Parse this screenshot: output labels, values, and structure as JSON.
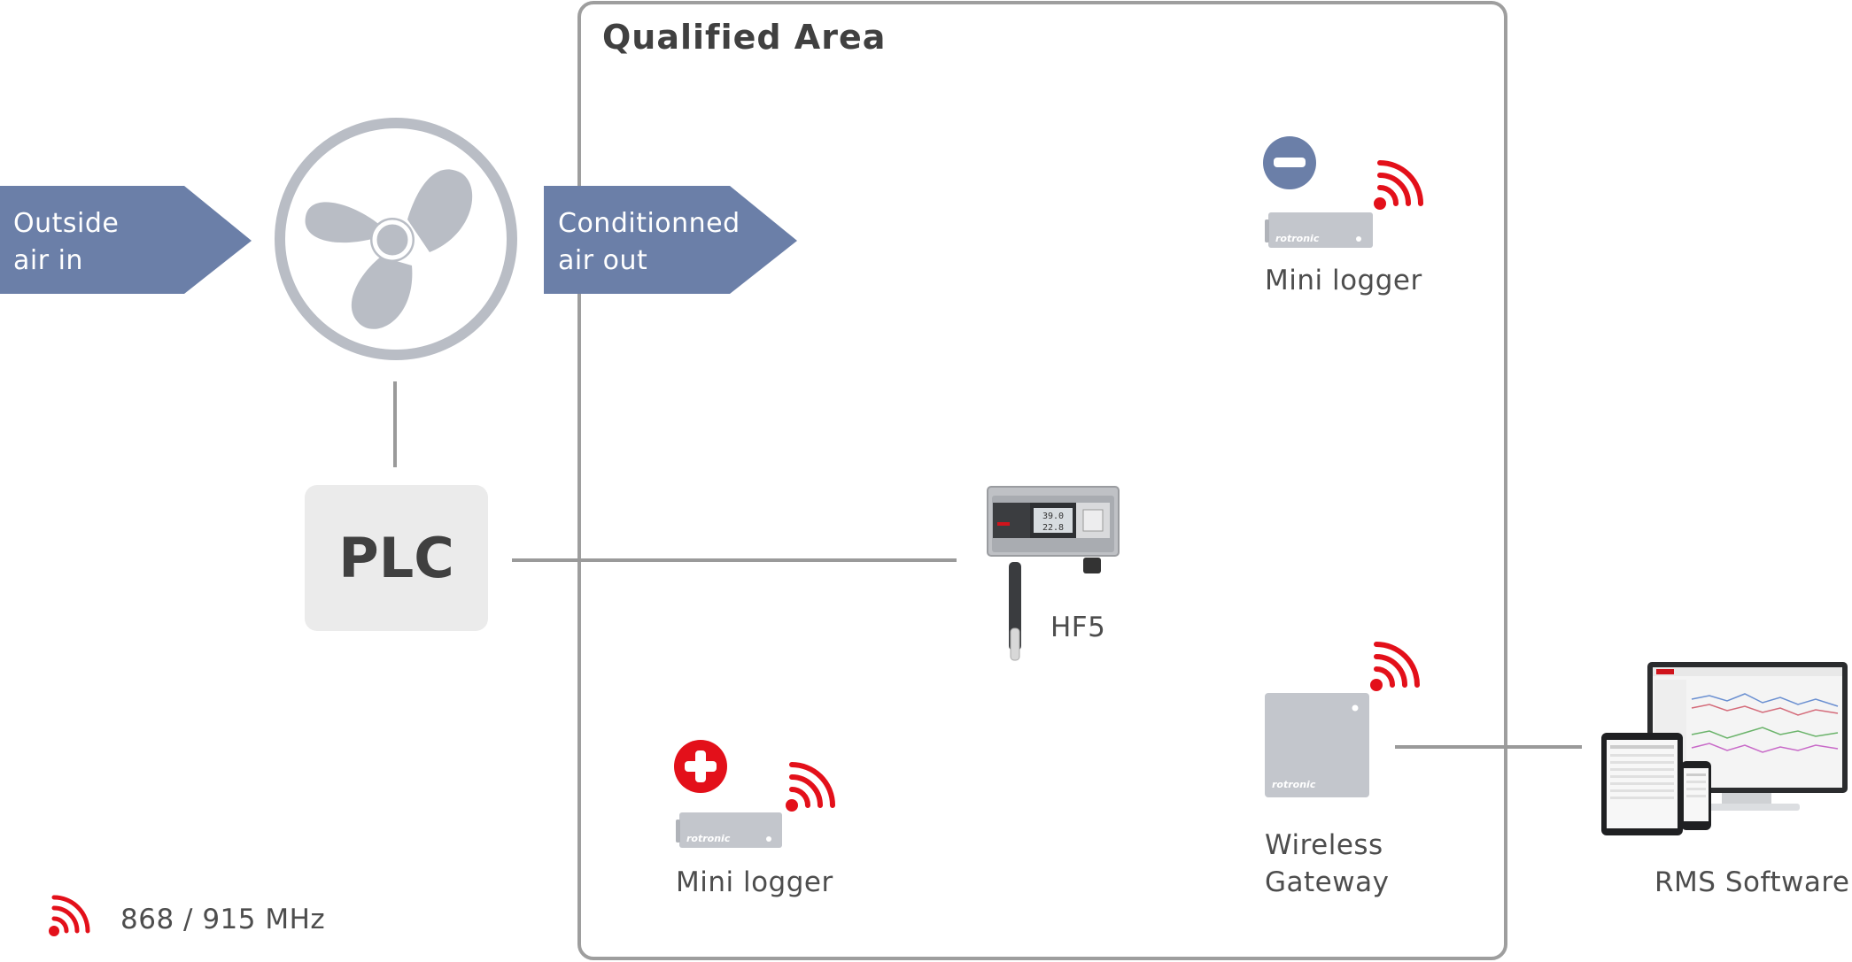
{
  "qualified_area": {
    "title": "Qualified Area"
  },
  "inlet_arrow": {
    "label": "Outside\nair in"
  },
  "outlet_arrow": {
    "label": "Conditionned\nair out"
  },
  "plc": {
    "label": "PLC"
  },
  "hf5": {
    "label": "HF5",
    "display_value_1": "39.0",
    "display_value_2": "22.8"
  },
  "mini_logger_top": {
    "label": "Mini logger",
    "brand": "rotronic"
  },
  "mini_logger_bottom": {
    "label": "Mini logger",
    "brand": "rotronic"
  },
  "gateway": {
    "label": "Wireless\nGateway",
    "brand": "rotronic"
  },
  "rms": {
    "label": "RMS Software"
  },
  "legend": {
    "label": "868 / 915 MHz"
  },
  "colors": {
    "arrow_fill": "#6b7fa8",
    "fan": "#b9bdc5",
    "line": "#9a9a9a",
    "wireless_red": "#e3101a",
    "minus_badge": "#6b7fa8",
    "plus_badge": "#e3101a",
    "device_grey": "#c3c6cc"
  },
  "icons": [
    "fan-icon",
    "wireless-signal-icon",
    "minus-circle-icon",
    "plus-circle-icon"
  ]
}
